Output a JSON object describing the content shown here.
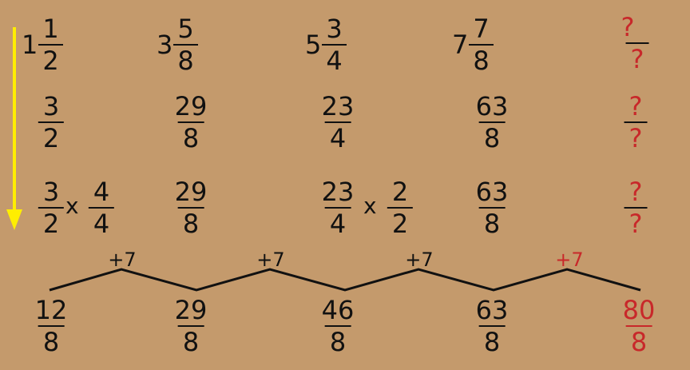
{
  "row1": [
    {
      "whole": "1",
      "num": "1",
      "den": "2"
    },
    {
      "whole": "3",
      "num": "5",
      "den": "8"
    },
    {
      "whole": "5",
      "num": "3",
      "den": "4"
    },
    {
      "whole": "7",
      "num": "7",
      "den": "8"
    },
    {
      "num": "?",
      "den": "?"
    }
  ],
  "row2": [
    {
      "num": "3",
      "den": "2"
    },
    {
      "num": "29",
      "den": "8"
    },
    {
      "num": "23",
      "den": "4"
    },
    {
      "num": "63",
      "den": "8"
    },
    {
      "num": "?",
      "den": "?"
    }
  ],
  "row3": {
    "a": {
      "num": "3",
      "den": "2"
    },
    "a_mult": {
      "num": "4",
      "den": "4"
    },
    "b": {
      "num": "29",
      "den": "8"
    },
    "c": {
      "num": "23",
      "den": "4"
    },
    "c_mult": {
      "num": "2",
      "den": "2"
    },
    "d": {
      "num": "63",
      "den": "8"
    },
    "e": {
      "num": "?",
      "den": "?"
    },
    "times": "x"
  },
  "row4": [
    {
      "num": "12",
      "den": "8"
    },
    {
      "num": "29",
      "den": "8"
    },
    {
      "num": "46",
      "den": "8"
    },
    {
      "num": "63",
      "den": "8"
    },
    {
      "num": "80",
      "den": "8"
    }
  ],
  "steps": [
    "+7",
    "+7",
    "+7",
    "+7"
  ],
  "colors": {
    "background": "#c49a6c",
    "ink": "#111111",
    "highlight": "#c8282a",
    "arrow": "#ffee00"
  }
}
